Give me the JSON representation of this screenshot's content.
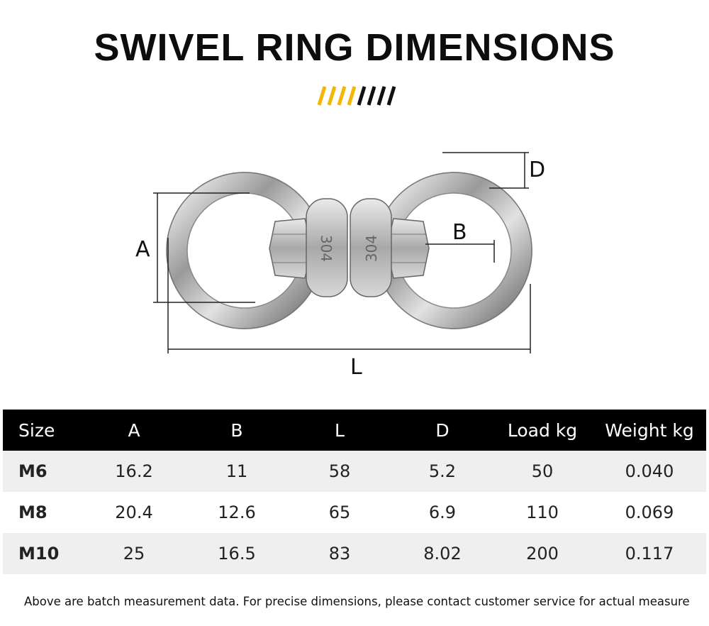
{
  "title": "SWIVEL RING DIMENSIONS",
  "accent_colors": {
    "yellow": "#f2b705",
    "black": "#111111"
  },
  "diagram": {
    "labels": {
      "A": "A",
      "B": "B",
      "L": "L",
      "D": "D"
    },
    "stamp": "304"
  },
  "table": {
    "headers": [
      "Size",
      "A",
      "B",
      "L",
      "D",
      "Load kg",
      "Weight kg"
    ],
    "rows": [
      [
        "M6",
        "16.2",
        "11",
        "58",
        "5.2",
        "50",
        "0.040"
      ],
      [
        "M8",
        "20.4",
        "12.6",
        "65",
        "6.9",
        "110",
        "0.069"
      ],
      [
        "M10",
        "25",
        "16.5",
        "83",
        "8.02",
        "200",
        "0.117"
      ]
    ]
  },
  "footnote": "Above are batch measurement data. For precise dimensions, please contact customer service for actual measurement. Unit: m"
}
